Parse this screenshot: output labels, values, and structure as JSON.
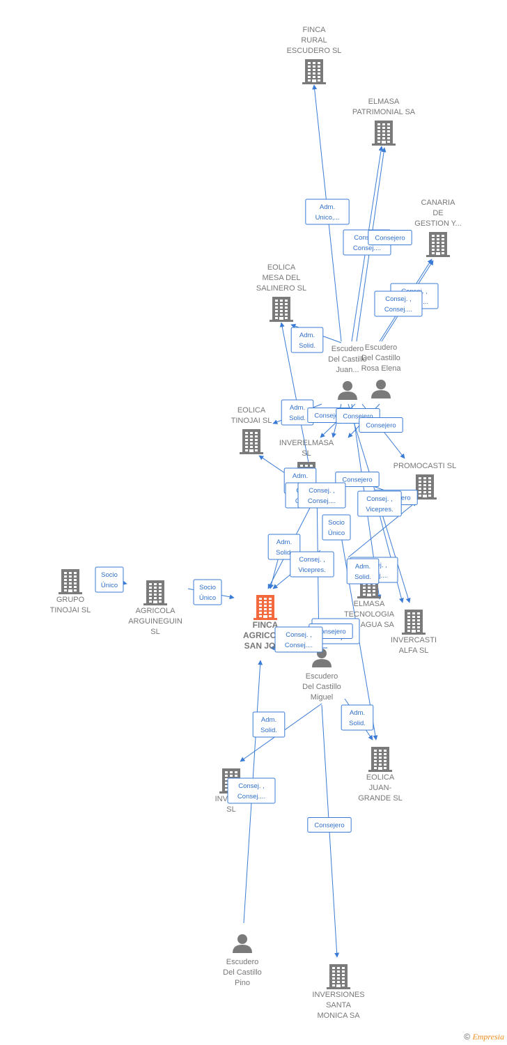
{
  "nodes": [
    {
      "id": "finca_rural",
      "kind": "company",
      "lines": [
        "FINCA",
        "RURAL",
        "ESCUDERO  SL"
      ]
    },
    {
      "id": "elmasa_patrimonial",
      "kind": "company",
      "lines": [
        "ELMASA",
        "PATRIMONIAL SA"
      ]
    },
    {
      "id": "canaria",
      "kind": "company",
      "lines": [
        "CANARIA",
        "DE",
        "GESTION Y..."
      ]
    },
    {
      "id": "eolica_mesa",
      "kind": "company",
      "lines": [
        "EOLICA",
        "MESA DEL",
        "SALINERO  SL"
      ]
    },
    {
      "id": "escudero_juan",
      "kind": "person",
      "lines": [
        "Escudero",
        "Del Castillo",
        "Juan..."
      ]
    },
    {
      "id": "escudero_rosa",
      "kind": "person",
      "lines": [
        "Escudero",
        "Del Castillo",
        "Rosa Elena"
      ]
    },
    {
      "id": "eolica_tinojai",
      "kind": "company",
      "lines": [
        "EOLICA",
        "TINOJAI  SL"
      ]
    },
    {
      "id": "inverelmasa",
      "kind": "company",
      "lines": [
        "INVERELMASA",
        "SL"
      ]
    },
    {
      "id": "promocasti",
      "kind": "company",
      "lines": [
        "PROMOCASTI SL"
      ]
    },
    {
      "id": "grupo_tinojai",
      "kind": "company",
      "lines": [
        "GRUPO",
        "TINOJAI  SL"
      ]
    },
    {
      "id": "agricola_arguineguin",
      "kind": "company",
      "lines": [
        "AGRICOLA",
        "ARGUINEGUIN",
        "SL"
      ]
    },
    {
      "id": "finca_agricola",
      "kind": "focus",
      "lines": [
        "FINCA",
        "AGRICOLA",
        "SAN JOSE"
      ]
    },
    {
      "id": "elmasa_tecnologia",
      "kind": "company",
      "lines": [
        "ELMASA",
        "TECNOLOGIA",
        "DEL AGUA SA"
      ]
    },
    {
      "id": "invercasti",
      "kind": "company",
      "lines": [
        "INVERCASTI",
        "ALFA SL"
      ]
    },
    {
      "id": "escudero_miguel",
      "kind": "person",
      "lines": [
        "Escudero",
        "Del Castillo",
        "Miguel"
      ]
    },
    {
      "id": "eolica_juan_grande",
      "kind": "company",
      "lines": [
        "EOLICA",
        "JUAN-",
        "GRANDE  SL"
      ]
    },
    {
      "id": "inverat",
      "kind": "company",
      "lines": [
        "INVERAT",
        "SL"
      ]
    },
    {
      "id": "escudero_pino",
      "kind": "person",
      "lines": [
        "Escudero",
        "Del Castillo",
        "Pino"
      ]
    },
    {
      "id": "inversiones_santa",
      "kind": "company",
      "lines": [
        "INVERSIONES",
        "SANTA",
        "MONICA SA"
      ]
    }
  ],
  "edge_labels": [
    {
      "lines": [
        "Adm.",
        "Unico,..."
      ]
    },
    {
      "lines": [
        "Consej. ,",
        "Consej...."
      ]
    },
    {
      "lines": [
        "Consejero"
      ]
    },
    {
      "lines": [
        "Consej. ,",
        "Consej...."
      ]
    },
    {
      "lines": [
        "Consej. ,",
        "Consej...."
      ]
    },
    {
      "lines": [
        "Adm.",
        "Solid."
      ]
    },
    {
      "lines": [
        "Adm.",
        "Solid."
      ]
    },
    {
      "lines": [
        "Consejero"
      ]
    },
    {
      "lines": [
        "Consejero"
      ]
    },
    {
      "lines": [
        "Consejero"
      ]
    },
    {
      "lines": [
        "Consejero"
      ]
    },
    {
      "lines": [
        "Adm.",
        "Solid."
      ]
    },
    {
      "lines": [
        "Consej. ,",
        "Consej...."
      ]
    },
    {
      "lines": [
        "Consej. ,",
        "Consej...."
      ]
    },
    {
      "lines": [
        "Consejero"
      ]
    },
    {
      "lines": [
        "Consej. ,",
        "Vicepres."
      ]
    },
    {
      "lines": [
        "Socio",
        "Único"
      ]
    },
    {
      "lines": [
        "Adm.",
        "Solid."
      ]
    },
    {
      "lines": [
        "Consej. ,",
        "Vicepres."
      ]
    },
    {
      "lines": [
        "Consej. ,",
        "Consej...."
      ]
    },
    {
      "lines": [
        "Adm.",
        "Solid."
      ]
    },
    {
      "lines": [
        "Socio",
        "Único"
      ]
    },
    {
      "lines": [
        "Socio",
        "Único"
      ]
    },
    {
      "lines": [
        "Consej. ,",
        "Consej...."
      ]
    },
    {
      "lines": [
        "Consejero"
      ]
    },
    {
      "lines": [
        "Consej. ,",
        "Consej...."
      ]
    },
    {
      "lines": [
        "Adm.",
        "Solid."
      ]
    },
    {
      "lines": [
        "Adm.",
        "Solid."
      ]
    },
    {
      "lines": [
        "Consej. ,",
        "Consej...."
      ]
    },
    {
      "lines": [
        "Consejero"
      ]
    }
  ],
  "colors": {
    "edge": "#3a7bd5",
    "node": "#7a7a7a",
    "focus": "#f26a3d",
    "label": "#777777"
  },
  "footer": {
    "copyright": "©",
    "brand": "Empresia"
  }
}
